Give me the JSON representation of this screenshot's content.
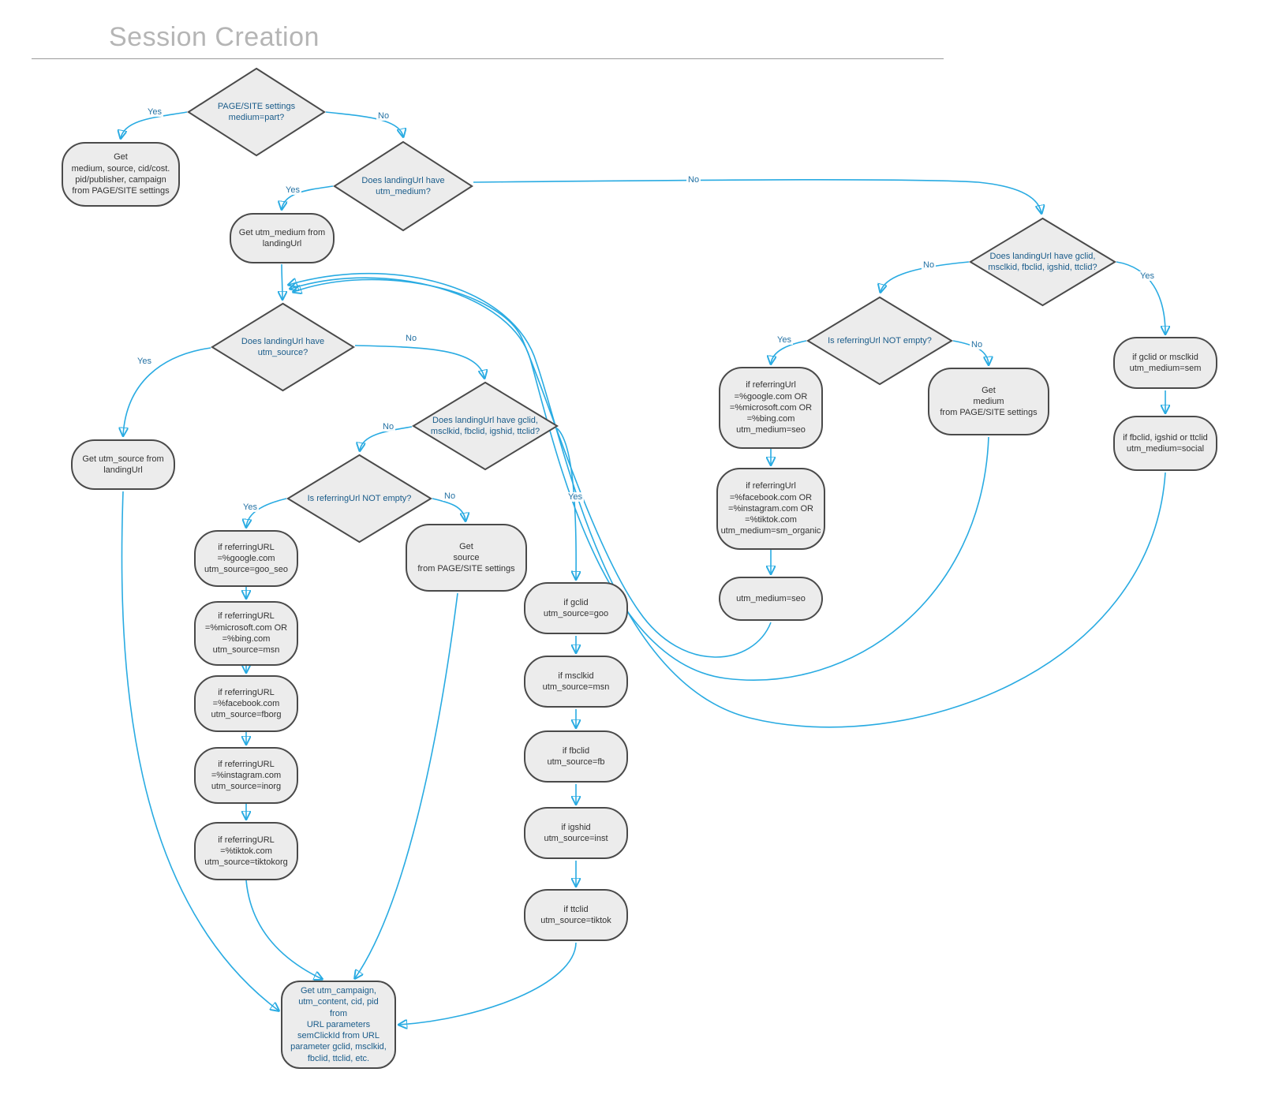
{
  "title": "Session Creation",
  "nodes": {
    "d1": "PAGE/SITE settings\nmedium=part?",
    "d2": "Does landingUrl have\nutm_medium?",
    "d3": "Does landingUrl have\nutm_source?",
    "d4": "Does landingUrl have gclid,\nmsclkid, fbclid, igshid, ttclid?",
    "d5": "Is referringUrl NOT empty?",
    "d6": "Does landingUrl have gclid,\nmsclkid, fbclid, igshid, ttclid?",
    "d7": "Is referringUrl NOT empty?",
    "p1": "Get\nmedium, source, cid/cost.\npid/publisher, campaign\nfrom PAGE/SITE settings",
    "p2": "Get utm_medium from\nlandingUrl",
    "p3": "Get utm_source from\nlandingUrl",
    "p4": "if referringURL\n=%google.com\nutm_source=goo_seo",
    "p5": "if referringURL\n=%microsoft.com OR\n=%bing.com\nutm_source=msn",
    "p6": "if referringURL\n=%facebook.com\nutm_source=fborg",
    "p7": "if referringURL\n=%instagram.com\nutm_source=inorg",
    "p8": "if referringURL\n=%tiktok.com\nutm_source=tiktokorg",
    "p9": "Get\nsource\nfrom PAGE/SITE settings",
    "p10": "if gclid\nutm_source=goo",
    "p11": "if msclkid\nutm_source=msn",
    "p12": "if fbclid\nutm_source=fb",
    "p13": "if igshid\nutm_source=inst",
    "p14": "if ttclid\nutm_source=tiktok",
    "p15": "Get utm_campaign,\nutm_content, cid, pid from\nURL parameters\nsemClickId from URL\nparameter gclid, msclkid,\nfbclid, ttclid, etc.",
    "p16": "if referringUrl\n=%google.com OR\n=%microsoft.com OR\n=%bing.com\nutm_medium=seo",
    "p17": "if referringUrl\n=%facebook.com OR\n=%instagram.com OR\n=%tiktok.com\nutm_medium=sm_organic",
    "p18": "utm_medium=seo",
    "p19": "Get\nmedium\nfrom PAGE/SITE settings",
    "p20": "if gclid or msclkid\nutm_medium=sem",
    "p21": "if fbclid, igshid or ttclid\nutm_medium=social"
  },
  "edge_labels": {
    "d1_yes": "Yes",
    "d1_no": "No",
    "d2_yes": "Yes",
    "d2_no": "No",
    "d3_yes": "Yes",
    "d3_no": "No",
    "d4_no": "No",
    "d4_yes": "Yes",
    "d5_yes": "Yes",
    "d5_no": "No",
    "d6_no": "No",
    "d6_yes": "Yes",
    "d7_yes": "Yes",
    "d7_no": "No"
  },
  "colors": {
    "edge": "#29abe2",
    "node_fill": "#ececec",
    "node_border": "#4a4a4a",
    "decision_text": "#1a5c8a",
    "title": "#b5b5b5"
  }
}
